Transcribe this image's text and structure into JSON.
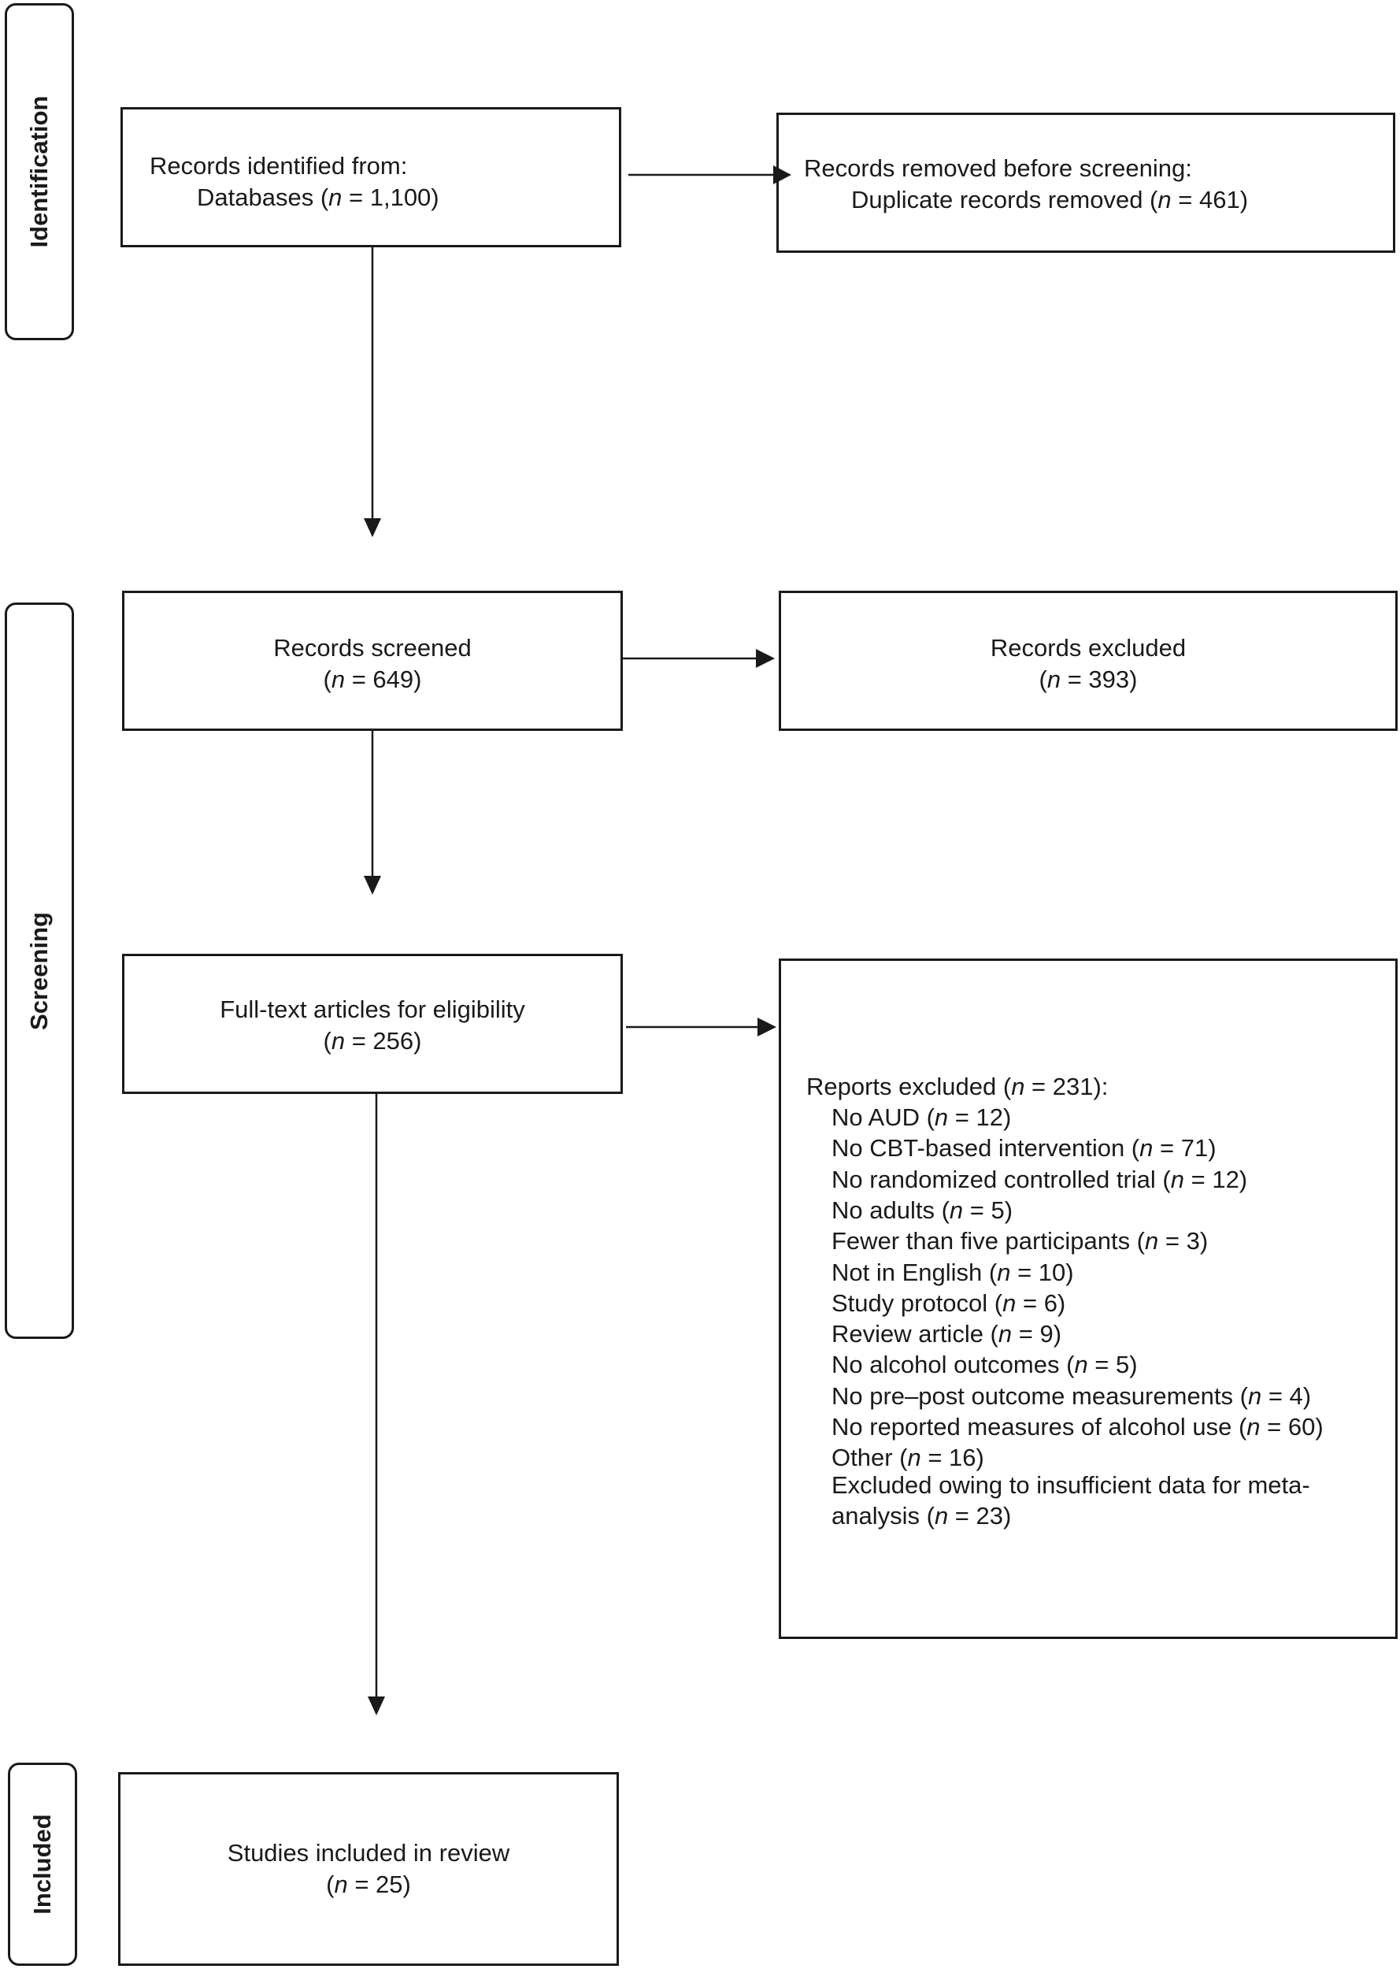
{
  "stages": {
    "identification": "Identification",
    "screening": "Screening",
    "included": "Included"
  },
  "boxes": {
    "records_identified": {
      "line1": "Records identified from:",
      "line2_prefix": "Databases (",
      "n_symbol": "n",
      "line2_suffix": " = 1,100)"
    },
    "records_removed": {
      "line1": "Records removed before screening:",
      "line2_prefix": "Duplicate records removed (",
      "n_symbol": "n",
      "line2_suffix": " = 461)"
    },
    "records_screened": {
      "line1": "Records screened",
      "line2_prefix": "(",
      "n_symbol": "n",
      "line2_suffix": " = 649)"
    },
    "records_excluded": {
      "line1": "Records excluded",
      "line2_prefix": "(",
      "n_symbol": "n",
      "line2_suffix": " = 393)"
    },
    "full_text": {
      "line1": "Full-text articles for eligibility",
      "line2_prefix": "(",
      "n_symbol": "n",
      "line2_suffix": " = 256)"
    },
    "reports_excluded": {
      "heading_prefix": "Reports excluded (",
      "n_symbol": "n",
      "heading_suffix": " = 231):",
      "reasons": [
        {
          "prefix": "No AUD (",
          "suffix": " = 12)"
        },
        {
          "prefix": "No CBT-based intervention (",
          "suffix": " = 71)"
        },
        {
          "prefix": "No randomized controlled trial (",
          "suffix": " = 12)"
        },
        {
          "prefix": "No adults (",
          "suffix": " = 5)"
        },
        {
          "prefix": "Fewer than five participants (",
          "suffix": " = 3)"
        },
        {
          "prefix": "Not in English (",
          "suffix": " = 10)"
        },
        {
          "prefix": "Study protocol (",
          "suffix": " = 6)"
        },
        {
          "prefix": "Review article (",
          "suffix": " = 9)"
        },
        {
          "prefix": "No alcohol outcomes (",
          "suffix": " = 5)"
        },
        {
          "prefix": "No pre–post outcome measurements (",
          "suffix": " = 4)"
        },
        {
          "prefix": "No reported measures of alcohol use (",
          "suffix": " = 60)"
        },
        {
          "prefix": "Other (",
          "suffix": " = 16)"
        }
      ],
      "last_reason_line1": "Excluded owing to insufficient data for meta-",
      "last_reason_line2_prefix": "analysis (",
      "last_reason_line2_suffix": " = 23)"
    },
    "studies_included": {
      "line1": "Studies included in review",
      "line2_prefix": "(",
      "n_symbol": "n",
      "line2_suffix": " = 25)"
    }
  }
}
